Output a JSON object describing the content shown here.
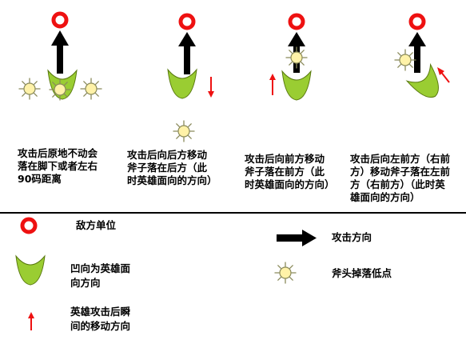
{
  "captions": [
    "攻击后原地不动会\n落在脚下或者左右\n90码距离",
    "攻击后向后方移动\n斧子落在后方（此\n时英雄面向的方向）",
    "攻击后向前方移动\n斧子落在前方（此\n时英雄面向的方向）",
    "攻击后向左前方（右前\n方）移动斧子落在左前\n方（右前方）（此时英\n雄面向的方向）"
  ],
  "legend": {
    "enemy": "敌方单位",
    "attack_direction": "攻击方向",
    "hero_facing": "凹向为英雄面\n向方向",
    "axe_landing": "斧头掉落低点",
    "hero_move": "英雄攻击后瞬\n间的移动方向"
  },
  "colors": {
    "enemy_ring": "#ee1111",
    "hero_fill": "#9acd32",
    "hero_stroke": "#5a7a10",
    "axe_fill": "#fff2a8",
    "axe_stroke": "#8a8a5a",
    "attack_arrow": "#000000",
    "move_arrow": "#ee1111"
  },
  "icons": [
    "enemy-target-icon",
    "attack-arrow-icon",
    "hero-crescent-icon",
    "axe-sun-icon",
    "move-arrow-icon"
  ]
}
